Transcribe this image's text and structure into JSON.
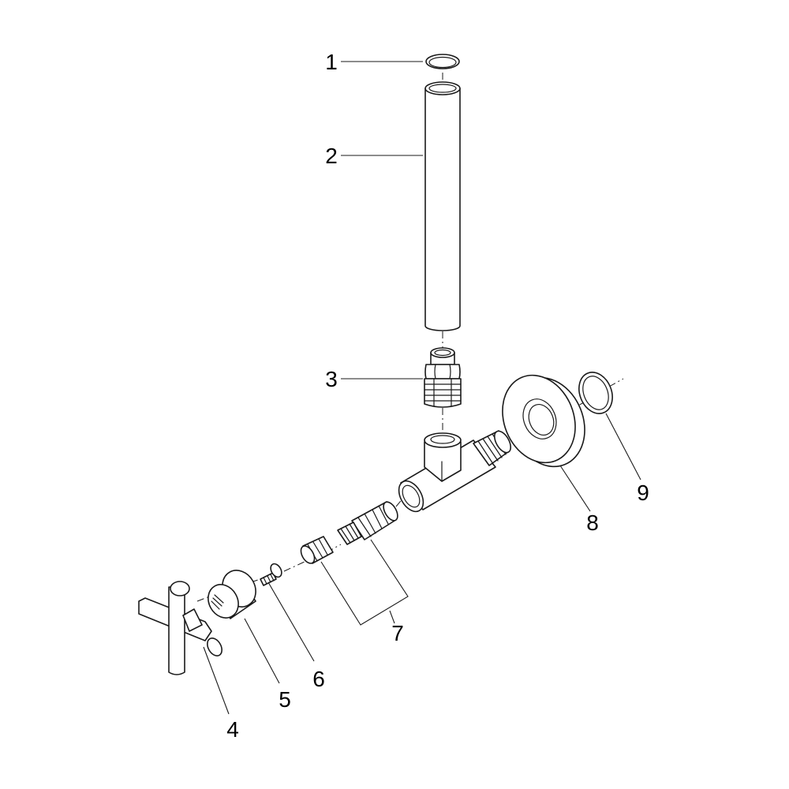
{
  "diagram": {
    "type": "exploded-parts-drawing",
    "callouts": [
      {
        "id": "1",
        "text": "1"
      },
      {
        "id": "2",
        "text": "2"
      },
      {
        "id": "3",
        "text": "3"
      },
      {
        "id": "4",
        "text": "4"
      },
      {
        "id": "5",
        "text": "5"
      },
      {
        "id": "6",
        "text": "6"
      },
      {
        "id": "7",
        "text": "7"
      },
      {
        "id": "8",
        "text": "8"
      },
      {
        "id": "9",
        "text": "9"
      }
    ],
    "line_color": "#1a1a1a",
    "background_color": "#ffffff"
  }
}
